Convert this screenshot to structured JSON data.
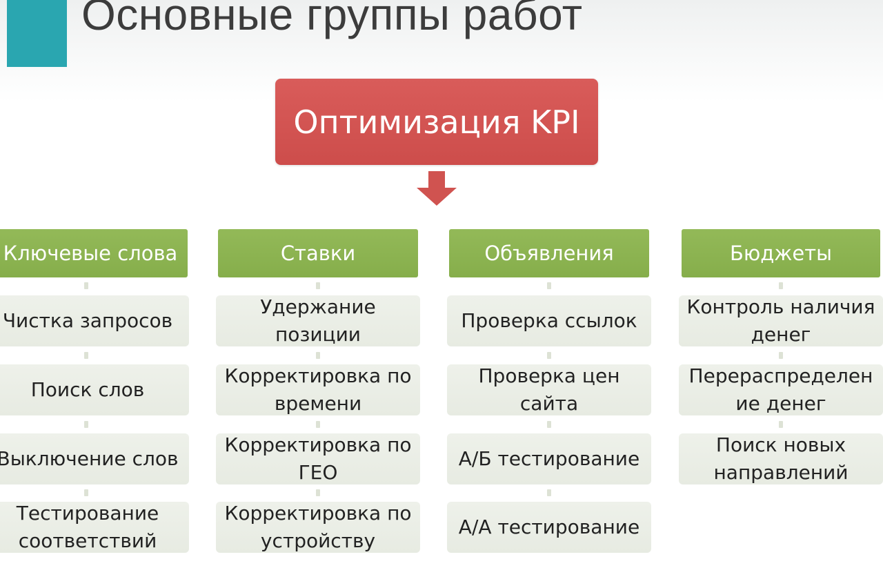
{
  "slide": {
    "title": "Основные группы работ",
    "accent_color": "#2aa6b0"
  },
  "kpi": {
    "label": "Оптимизация KPI",
    "color": "#d4524f"
  },
  "columns": [
    {
      "header": "Ключевые слова",
      "items": [
        "Чистка запросов",
        "Поиск слов",
        "Выключение слов",
        "Тестирование\nсоответствий"
      ]
    },
    {
      "header": "Ставки",
      "items": [
        "Удержание\nпозиции",
        "Корректировка по\nвремени",
        "Корректировка по\nГЕО",
        "Корректировка по\nустройству"
      ]
    },
    {
      "header": "Объявления",
      "items": [
        "Проверка ссылок",
        "Проверка цен\nсайта",
        "А/Б тестирование",
        "А/А тестирование"
      ]
    },
    {
      "header": "Бюджеты",
      "items": [
        "Контроль наличия\nденег",
        "Перераспределен\nие денег",
        "Поиск новых\nнаправлений"
      ]
    }
  ],
  "colors": {
    "header_green": "#8cb351",
    "item_bg": "#eaeee5",
    "connector": "#dde2d5"
  }
}
